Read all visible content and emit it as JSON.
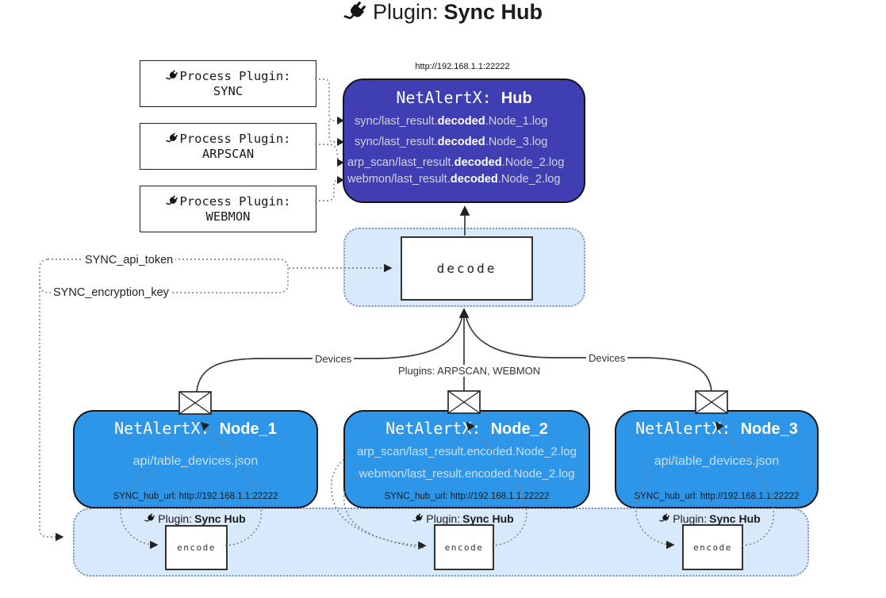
{
  "colors": {
    "hub_fill": "#3f3eb3",
    "node_fill": "#2e96e8",
    "zone_fill": "#d8e9fb",
    "zone_border": "#7e95b5"
  },
  "title": {
    "icon": "plug-icon",
    "prefix": "Plugin:",
    "bold": "Sync Hub"
  },
  "process_plugins": {
    "label": "Process Plugin:",
    "items": [
      {
        "name": "SYNC"
      },
      {
        "name": "ARPSCAN"
      },
      {
        "name": "WEBMON"
      }
    ]
  },
  "hub": {
    "url": "http://192.168.1.1:22222",
    "name_prefix": "NetAlertX:",
    "name_bold": "Hub",
    "lines": [
      {
        "pre": "sync/last_result.",
        "bold": "decoded",
        "post": ".Node_1.log"
      },
      {
        "pre": "sync/last_result.",
        "bold": "decoded",
        "post": ".Node_3.log"
      },
      {
        "pre": "arp_scan/last_result.",
        "bold": "decoded",
        "post": ".Node_2.log"
      },
      {
        "pre": "webmon/last_result.",
        "bold": "decoded",
        "post": ".Node_2.log"
      }
    ]
  },
  "decode": {
    "label": "decode"
  },
  "settings": {
    "api_token": "SYNC_api_token",
    "encryption_key": "SYNC_encryption_key"
  },
  "edges": {
    "devices_left": "Devices",
    "devices_right": "Devices",
    "plugins_mid": "Plugins: ARPSCAN, WEBMON"
  },
  "nodes": [
    {
      "name_prefix": "NetAlertX:",
      "name_bold": "Node_1",
      "lines": [
        "api/table_devices.json"
      ],
      "footer": "SYNC_hub_url: http://192.168.1.1:22222"
    },
    {
      "name_prefix": "NetAlertX:",
      "name_bold": "Node_2",
      "lines": [
        "arp_scan/last_result.encoded.Node_2.log",
        "webmon/last_result.encoded.Node_2.log"
      ],
      "footer": "SYNC_hub_url: http://192.168.1.1:22222"
    },
    {
      "name_prefix": "NetAlertX:",
      "name_bold": "Node_3",
      "lines": [
        "api/table_devices.json"
      ],
      "footer": "SYNC_hub_url: http://192.168.1.1:22222"
    }
  ],
  "encoders": {
    "plugin_prefix": "Plugin:",
    "plugin_bold": "Sync Hub",
    "label": "encode"
  }
}
